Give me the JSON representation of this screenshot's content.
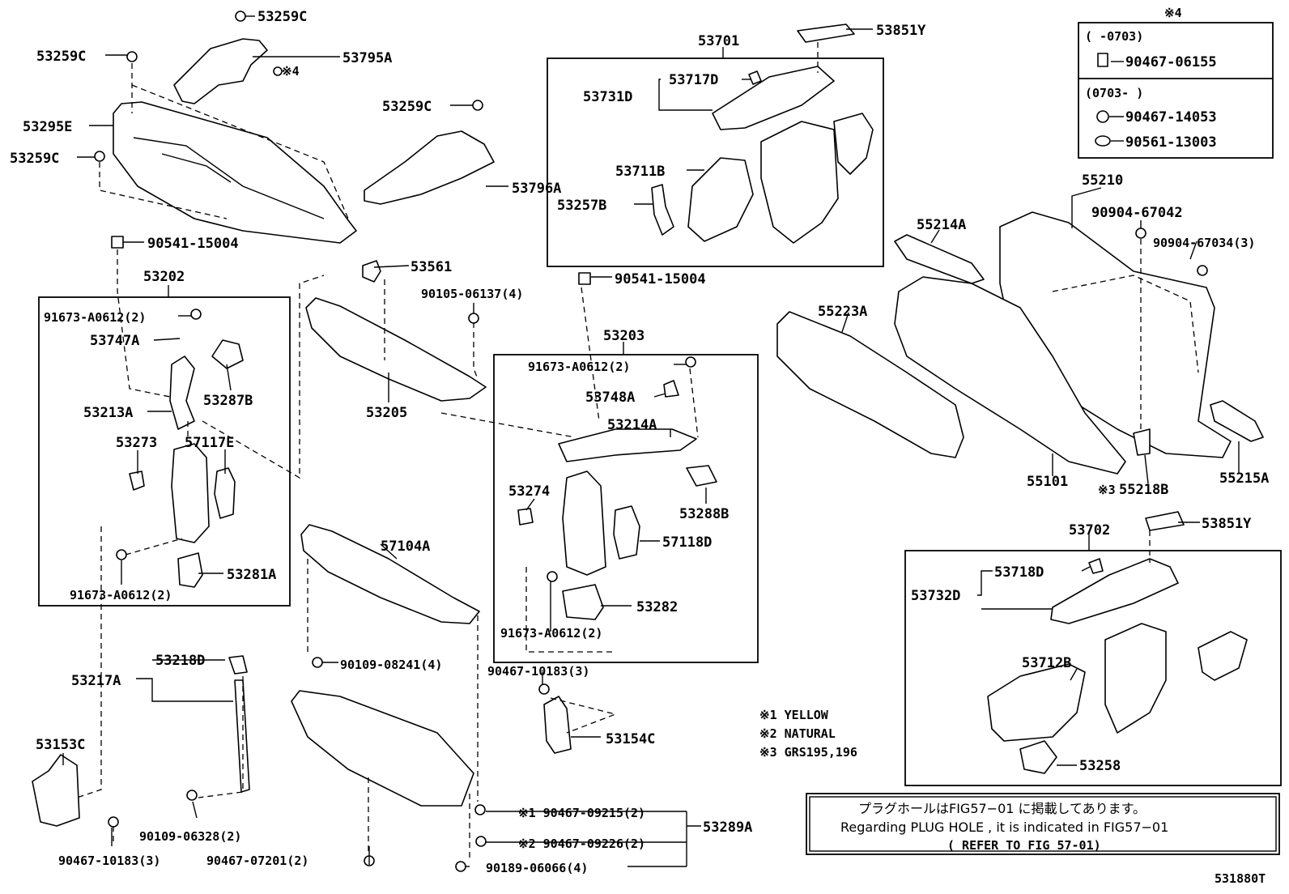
{
  "labels": {
    "p53259C_top": "53259C",
    "p53795A": "53795A",
    "p53259C_left": "53259C",
    "note4_small": "※4",
    "p53295E": "53295E",
    "p53259C_left2": "53259C",
    "p53259C_mid": "53259C",
    "p53796A": "53796A",
    "p90541_15004_a": "90541-15004",
    "p53202": "53202",
    "p91673_a": "91673-A0612(2)",
    "p53747A": "53747A",
    "p53287B": "53287B",
    "p53213A": "53213A",
    "p53273": "53273",
    "p57117E": "57117E",
    "p91673_b": "91673-A0612(2)",
    "p53281A": "53281A",
    "p53561": "53561",
    "p90105": "90105-06137(4)",
    "p53205": "53205",
    "p57104A": "57104A",
    "p90109_08241": "90109-08241(4)",
    "p53217A": "53217A",
    "p53218D": "53218D",
    "p53153C": "53153C",
    "p90109_06328": "90109-06328(2)",
    "p90467_10183_a": "90467-10183(3)",
    "p90467_07201": "90467-07201(2)",
    "p53701": "53701",
    "p53851Y_a": "53851Y",
    "p53717D": "53717D",
    "p53731D": "53731D",
    "p53711B": "53711B",
    "p53257B": "53257B",
    "p90541_15004_b": "90541-15004",
    "p53203": "53203",
    "p91673_c": "91673-A0612(2)",
    "p53748A": "53748A",
    "p53214A": "53214A",
    "p53274": "53274",
    "p53288B": "53288B",
    "p57118D": "57118D",
    "p53282": "53282",
    "p91673_d": "91673-A0612(2)",
    "p90467_10183_b": "90467-10183(3)",
    "p53154C": "53154C",
    "p90467_09215": "※1 90467-09215(2)",
    "p90467_09226": "※2 90467-09226(2)",
    "p90189": "90189-06066(4)",
    "p53289A": "53289A",
    "note4_title": "※4",
    "range1": "(     -0703)",
    "p90467_06155": "90467-06155",
    "range2": "(0703-     )",
    "p90467_14053": "90467-14053",
    "p90561_13003": "90561-13003",
    "p55210": "55210",
    "p90904_67042": "90904-67042",
    "p90904_67034": "90904-67034(3)",
    "p55214A": "55214A",
    "p55223A": "55223A",
    "p55101": "55101",
    "p55218B": "55218B",
    "note3_small": "※3",
    "p55215A": "55215A",
    "p53702": "53702",
    "p53851Y_b": "53851Y",
    "p53718D": "53718D",
    "p53732D": "53732D",
    "p53712B": "53712B",
    "p53258": "53258",
    "legend1": "※1 YELLOW",
    "legend2": "※2 NATURAL",
    "legend3": "※3 GRS195,196",
    "info_jp": "プラグホールはFIG57−01 に掲載してあります。",
    "info_en": "Regarding PLUG HOLE , it is indicated in FIG57−01",
    "info_ref": "(   REFER TO FIG 57-01)",
    "fig_code": "531880T"
  }
}
